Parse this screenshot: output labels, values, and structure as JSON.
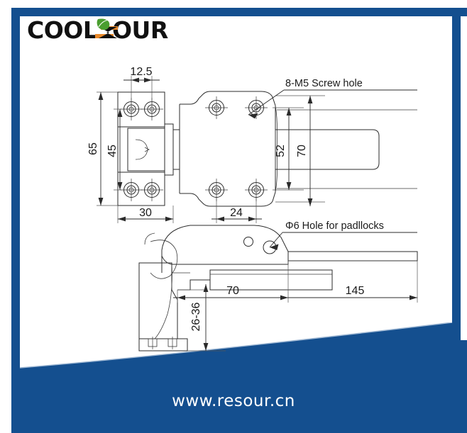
{
  "page": {
    "frame_color": "#144f8f",
    "background": "#ffffff"
  },
  "brand": {
    "name": "COOLSOUR",
    "word_part_1": "COOL",
    "word_part_2": "OUR",
    "leaf_color": "#4a9e2f",
    "accent_color": "#e8892b",
    "text_color": "#111111"
  },
  "footer": {
    "url": "www.resour.cn",
    "text_color": "#ffffff",
    "band_color": "#144f8f"
  },
  "drawing": {
    "title": "Cold room door hinge / latch handle technical drawing",
    "views": [
      {
        "name": "top-view",
        "label": ""
      },
      {
        "name": "side-view",
        "label": ""
      }
    ],
    "annotations": [
      {
        "id": "screw-hole-note",
        "text": "8-M5 Screw hole"
      },
      {
        "id": "padlock-hole-note",
        "text": "Φ6 Hole for padllocks"
      }
    ],
    "dimensions": {
      "hole_spacing_top": "12.5",
      "bracket_height_outer": "65",
      "bracket_height_inner": "45",
      "bracket_width": "30",
      "hole_spacing_horizontal": "24",
      "plate_height_inner": "52",
      "plate_height_outer": "70",
      "body_depth": "70",
      "adjust_range": "26-36",
      "handle_length": "145"
    },
    "dimension_list": [
      "12.5",
      "65",
      "45",
      "30",
      "24",
      "52",
      "70",
      "26-36",
      "70",
      "145"
    ]
  }
}
